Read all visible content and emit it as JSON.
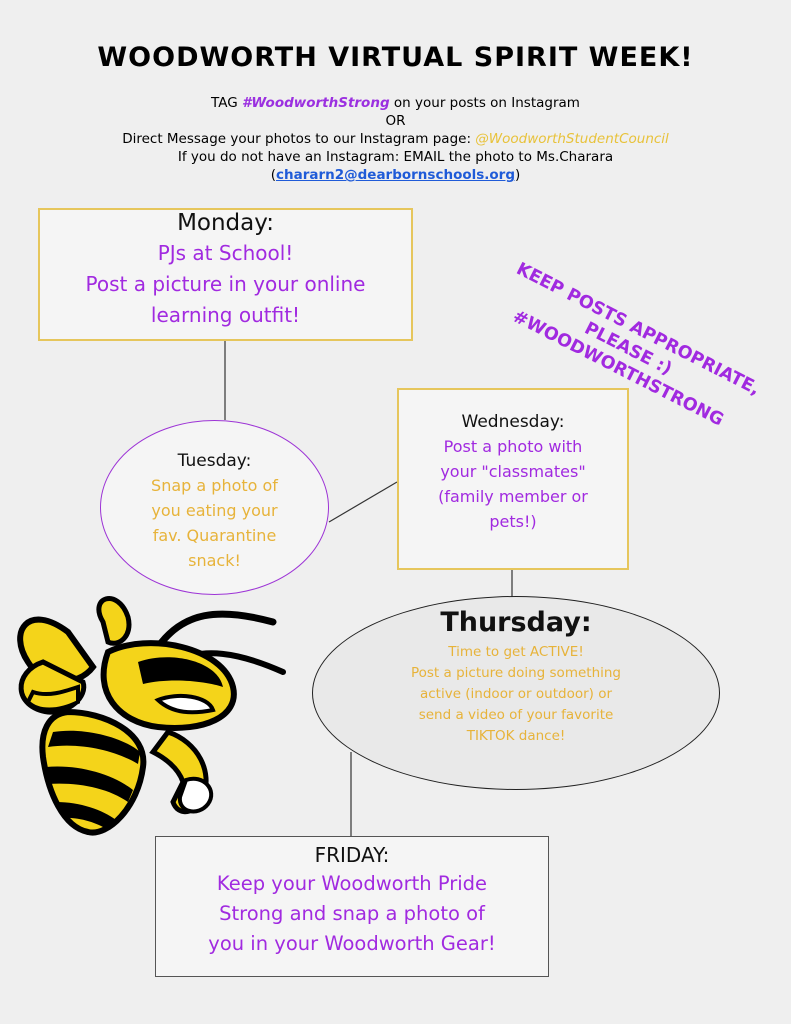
{
  "title": "WOODWORTH VIRTUAL SPIRIT WEEK!",
  "intro": {
    "line1_pre": "TAG ",
    "line1_hashtag": "#WoodworthStrong",
    "line1_post": " on your posts on Instagram",
    "line2": "OR",
    "line3_pre": "Direct Message your photos to our Instagram page: ",
    "line3_handle": "@WoodworthStudentCouncil",
    "line4": "If you do not have an Instagram: EMAIL the photo to Ms.Charara",
    "line5_open": "(",
    "line5_email": "chararn2@dearbornschools.org",
    "line5_close": ")"
  },
  "callout": {
    "line1": "KEEP POSTS APPROPRIATE,",
    "line2": "PLEASE :)",
    "line3": "#WOODWORTHSTRONG"
  },
  "monday": {
    "day": "Monday:",
    "lines": [
      "PJs at School!",
      "Post a picture in your online",
      "learning outfit!"
    ]
  },
  "tuesday": {
    "day": "Tuesday:",
    "lines": [
      "Snap a photo of",
      "you eating your",
      "fav. Quarantine",
      "snack!"
    ]
  },
  "wednesday": {
    "day": "Wednesday:",
    "lines": [
      "Post a photo with",
      "your \"classmates\"",
      "(family member or",
      "pets!)"
    ]
  },
  "thursday": {
    "day": "Thursday:",
    "lines": [
      "Time to get ACTIVE!",
      "Post a picture doing something",
      "active (indoor or outdoor) or",
      "send a video of your favorite",
      "TIKTOK dance!"
    ]
  },
  "friday": {
    "day": "FRIDAY:",
    "lines": [
      "Keep your Woodworth Pride",
      "Strong and snap a photo of",
      "you in your Woodworth Gear!"
    ]
  },
  "colors": {
    "purple": "#a12ae0",
    "gold": "#e7b33a",
    "link_blue": "#1f5bd8",
    "background": "#efefef"
  },
  "mascot": "yellow-jacket-bee-icon"
}
